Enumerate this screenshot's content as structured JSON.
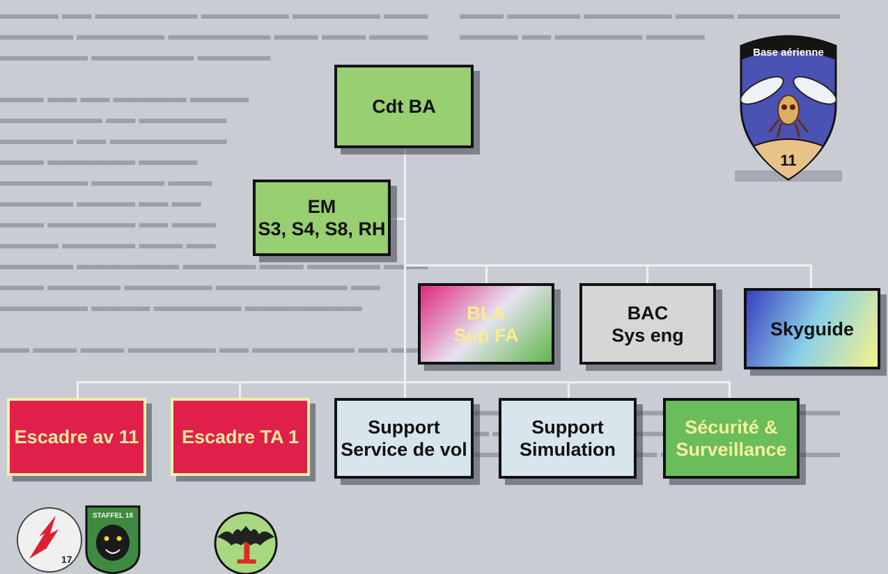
{
  "org_chart": {
    "root": {
      "lines": [
        "Cdt BA"
      ]
    },
    "staff": {
      "lines": [
        "EM",
        "S3, S4, S8, RH"
      ]
    },
    "partners": [
      {
        "id": "bla",
        "lines": [
          "BLA",
          "Sup FA"
        ]
      },
      {
        "id": "bac",
        "lines": [
          "BAC",
          "Sys eng"
        ]
      },
      {
        "id": "skyguide",
        "lines": [
          "Skyguide"
        ]
      }
    ],
    "units": [
      {
        "id": "escadre-av-11",
        "lines": [
          "Escadre av 11"
        ]
      },
      {
        "id": "escadre-ta-1",
        "lines": [
          "Escadre TA 1"
        ]
      },
      {
        "id": "support-service-de-vol",
        "lines": [
          "Support",
          "Service de vol"
        ]
      },
      {
        "id": "support-simulation",
        "lines": [
          "Support",
          "Simulation"
        ]
      },
      {
        "id": "securite-surveillance",
        "lines": [
          "Sécurité &",
          "Surveillance"
        ]
      }
    ]
  },
  "badge": {
    "banner": "Base aérienne",
    "number": "11"
  },
  "unit_patches": {
    "staffel_label": "STAFFEL 18",
    "squadron_number": "17",
    "bat_patch_number": "1"
  },
  "colors": {
    "background": "#c9cdd3",
    "root": "#97cf71",
    "escadre": "#e0204a",
    "securite": "#6abd5a",
    "support": "#d7e6ec"
  }
}
